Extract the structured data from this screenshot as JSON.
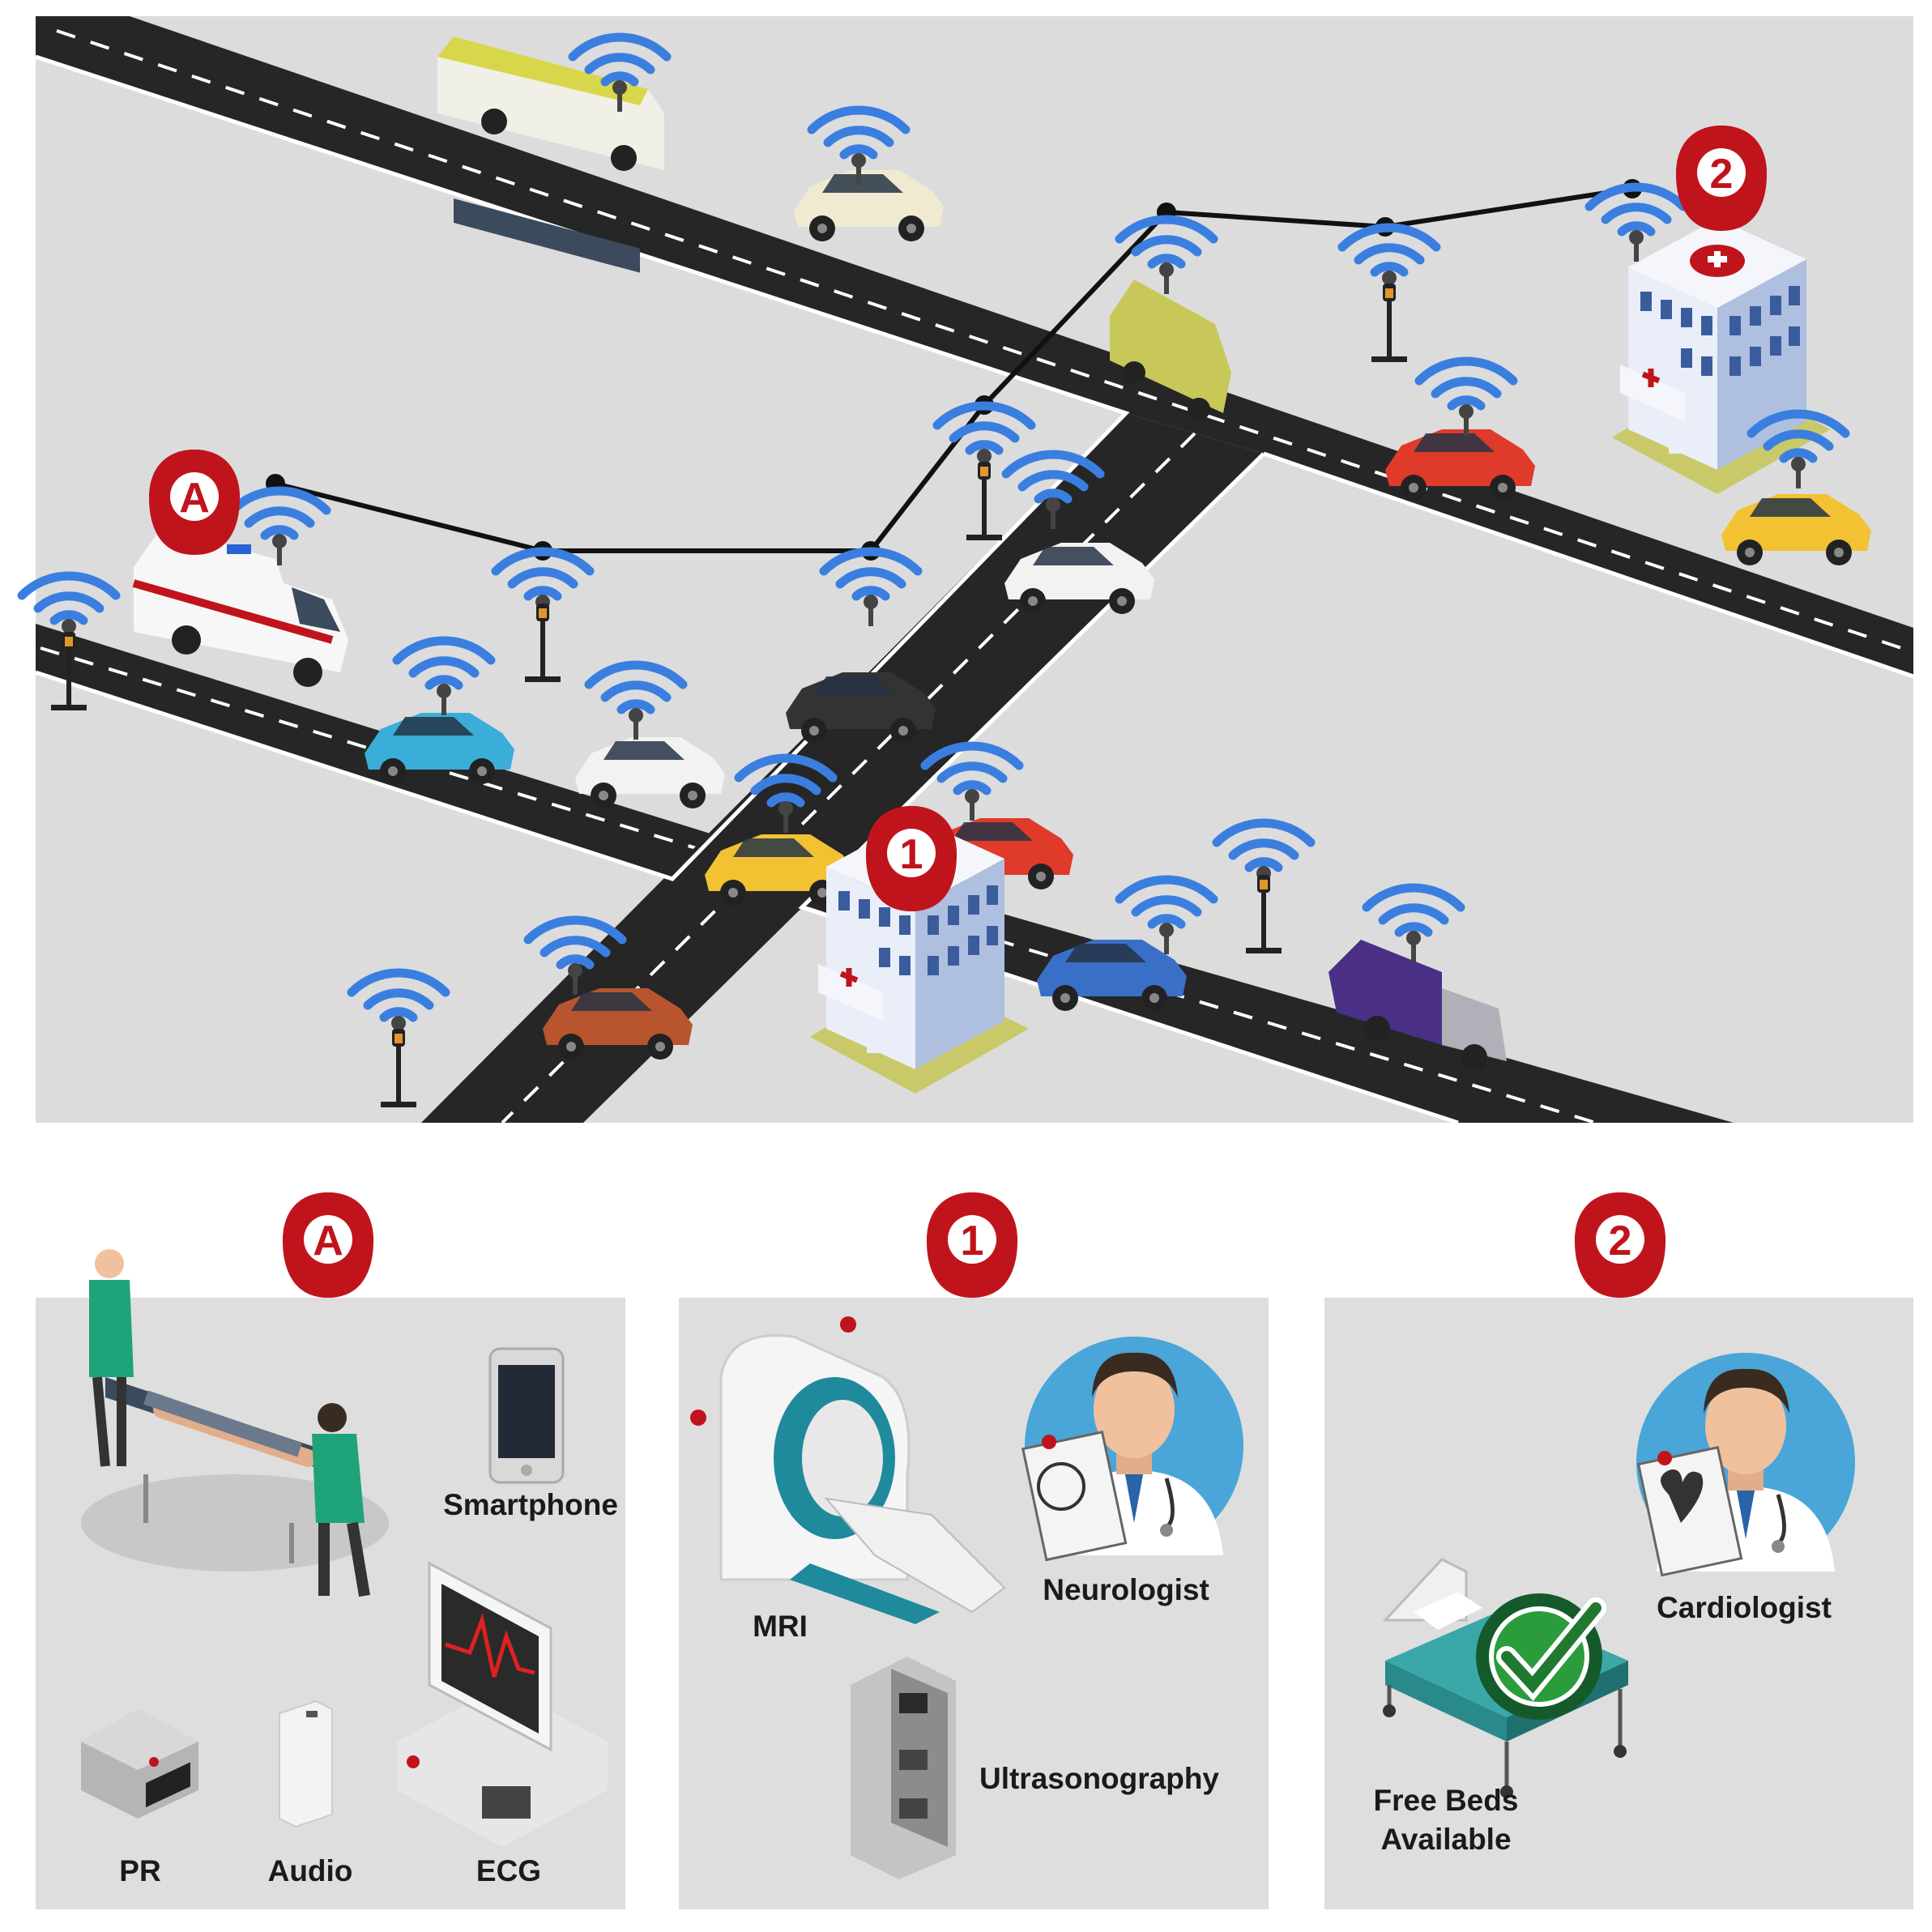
{
  "markers": {
    "ambulance": "A",
    "hospital_1": "1",
    "hospital_2": "2"
  },
  "panels": [
    {
      "marker": "A",
      "labels": [
        "Smartphone",
        "PR",
        "Audio",
        "ECG"
      ]
    },
    {
      "marker": "1",
      "labels": [
        "MRI",
        "Neurologist",
        "Ultrasonography"
      ]
    },
    {
      "marker": "2",
      "labels": [
        "Cardiologist",
        "Free Beds",
        "Available"
      ]
    }
  ],
  "icons": [
    "wifi-icon",
    "lamp-post-icon",
    "location-pin-icon",
    "hospital-icon",
    "ambulance-icon",
    "car-icon",
    "bus-icon",
    "truck-icon",
    "stretcher-icon",
    "smartphone-icon",
    "pulse-monitor-icon",
    "audio-device-icon",
    "ecg-monitor-icon",
    "mri-scanner-icon",
    "doctor-icon",
    "ultrasound-machine-icon",
    "hospital-bed-icon",
    "checkmark-icon"
  ],
  "colors": {
    "pin": "#c0141c",
    "wifi": "#3a7fe0",
    "road": "#2a2a2a",
    "ground": "#dcdcdc",
    "panel": "#dedede",
    "doctor_bg": "#4aa6d8"
  }
}
